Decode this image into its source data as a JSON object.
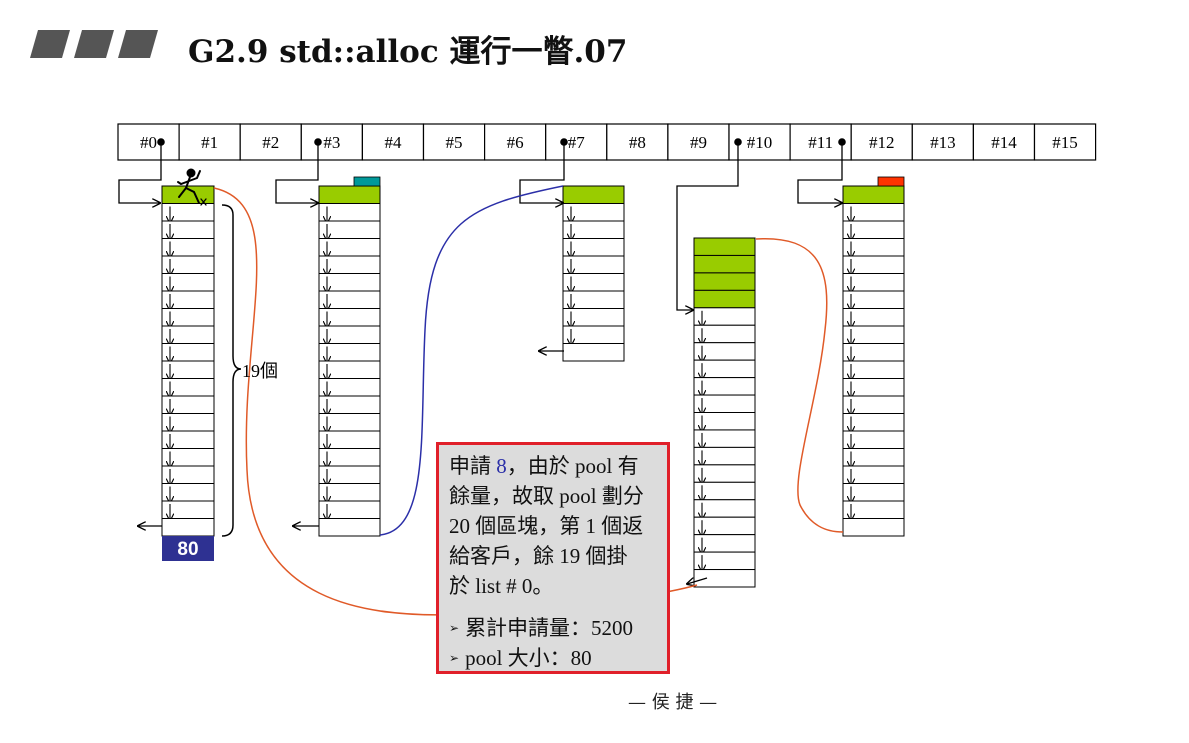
{
  "title": "G2.9 std::alloc 運行一瞥.07",
  "free_list_labels": [
    "#0",
    "#1",
    "#2",
    "#3",
    "#4",
    "#5",
    "#6",
    "#7",
    "#8",
    "#9",
    "#10",
    "#11",
    "#12",
    "#13",
    "#14",
    "#15"
  ],
  "pointer_slots": [
    0,
    3,
    7,
    10,
    11
  ],
  "brace_label": "19個",
  "pool_size_badge": "80",
  "note": {
    "line1_pre": "申請 ",
    "line1_num": "8",
    "line1_post": "，由於 pool 有",
    "line2": "餘量，故取 pool 劃分",
    "line3": "20 個區塊，第 1 個返",
    "line4": "給客戶，餘 19 個掛",
    "line5": "於 list # 0。",
    "bullet1": "累計申請量：5200",
    "bullet2": "pool 大小：80"
  },
  "footer": "— 侯 捷 —",
  "colors": {
    "chunk_green": "#99cc00",
    "pool_badge": "#2e3192",
    "teal_marker": "#009999",
    "red_marker": "#ff3300",
    "orange_link": "#e05a28",
    "blue_link": "#2b2fa8",
    "note_border": "#e0202a",
    "note_bg": "#dcdcdc"
  },
  "icons": {
    "client_figure": "person-icon",
    "title_decoration": "parallelogram-bars-icon"
  }
}
